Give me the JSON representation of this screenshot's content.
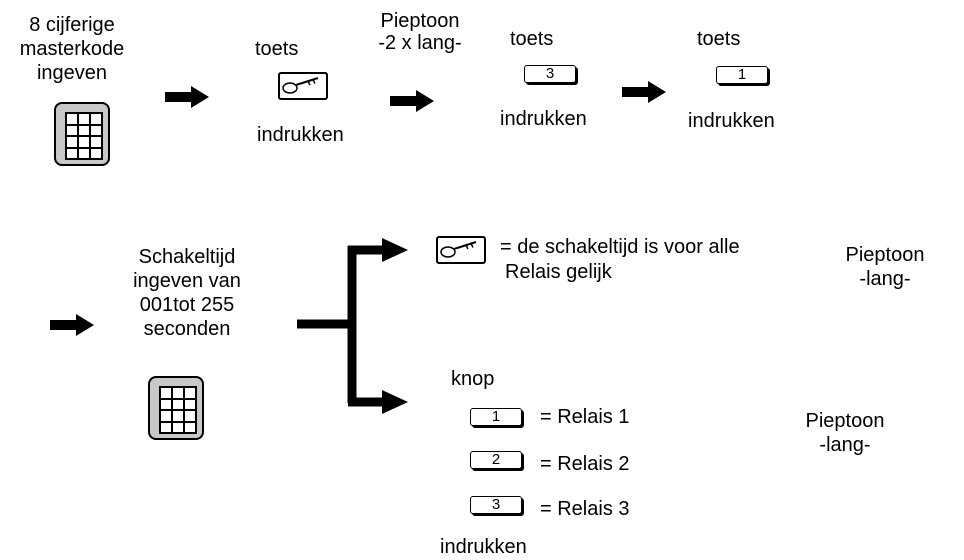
{
  "steps": {
    "masterkode": [
      "8 cijferige",
      "masterkode",
      "ingeven"
    ],
    "toets_1": "toets",
    "indrukken_1": "indrukken",
    "pieptoon_1": [
      "Pieptoon",
      "-2 x lang-"
    ],
    "toets_2": "toets",
    "key_2": "3",
    "indrukken_2": "indrukken",
    "toets_3": "toets",
    "key_3": "1",
    "indrukken_3": "indrukken"
  },
  "schakeltijd": {
    "label": [
      "Schakeltijd",
      "ingeven van",
      "001tot 255",
      "seconden"
    ]
  },
  "branch_upper": {
    "text": [
      "= de schakeltijd is voor alle",
      "Relais gelijk"
    ],
    "pieptoon": [
      "Pieptoon",
      "-lang-"
    ]
  },
  "branch_lower": {
    "knop": "knop",
    "relays": [
      {
        "key": "1",
        "label": "= Relais 1"
      },
      {
        "key": "2",
        "label": "= Relais 2"
      },
      {
        "key": "3",
        "label": "= Relais 3"
      }
    ],
    "indrukken": "indrukken",
    "pieptoon": [
      "Pieptoon",
      "-lang-"
    ]
  }
}
